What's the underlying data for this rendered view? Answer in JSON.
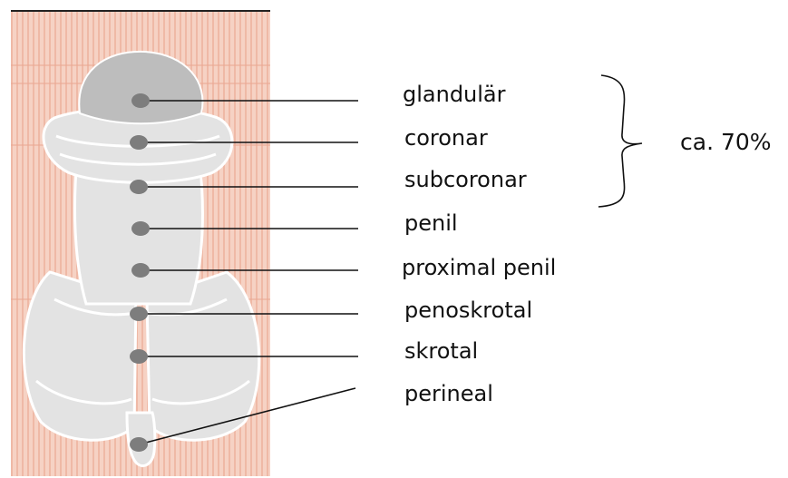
{
  "locations": [
    {
      "label": "glandulär"
    },
    {
      "label": "coronar"
    },
    {
      "label": "subcoronar"
    },
    {
      "label": "penil"
    },
    {
      "label": "proximal penil"
    },
    {
      "label": "penoskrotal"
    },
    {
      "label": "skrotal"
    },
    {
      "label": "perineal"
    }
  ],
  "bracket": {
    "label": "ca. 70%"
  },
  "colors": {
    "background_stripes": "#f2c4b4",
    "anatomy_fill": "#e3e3e3",
    "glans_fill": "#bdbdbd",
    "marker_dot": "#7d7d7d",
    "leader_line": "#111111"
  }
}
